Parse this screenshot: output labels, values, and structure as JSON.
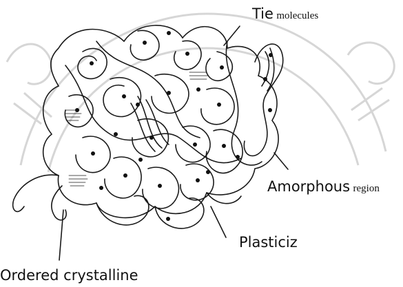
{
  "labels": {
    "tie_main": "Tie",
    "tie_sub": "molecules",
    "amorphous_main": "Amorphous",
    "amorphous_sub": "region",
    "plasticizer": "Plasticiz",
    "ordered": "Ordered crystalline"
  },
  "colors": {
    "ink": "#1a1a1a",
    "watermark": "#d8d8d8",
    "background": "#ffffff"
  }
}
